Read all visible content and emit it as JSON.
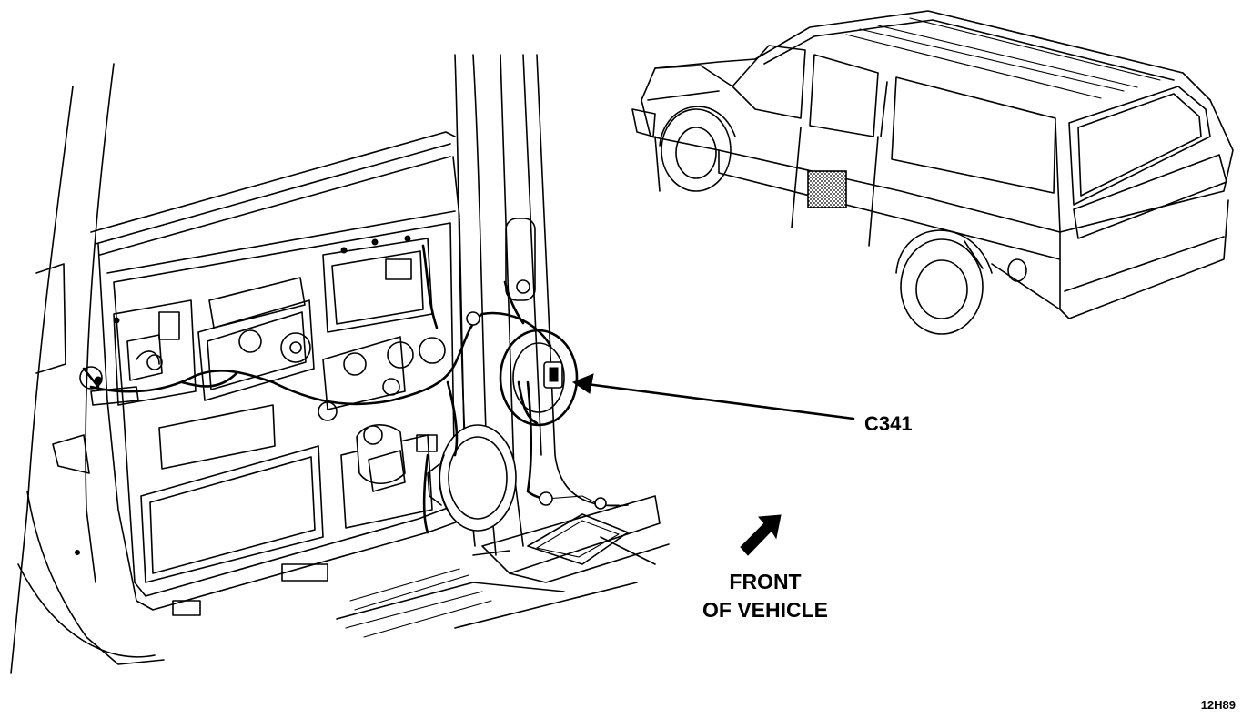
{
  "labels": {
    "connector": "C341",
    "direction_line1": "FRONT",
    "direction_line2": "OF VEHICLE",
    "figure_code": "12H89"
  },
  "colors": {
    "line": "#000000",
    "background": "#ffffff",
    "highlight_hatch": "#7a7a7a"
  }
}
